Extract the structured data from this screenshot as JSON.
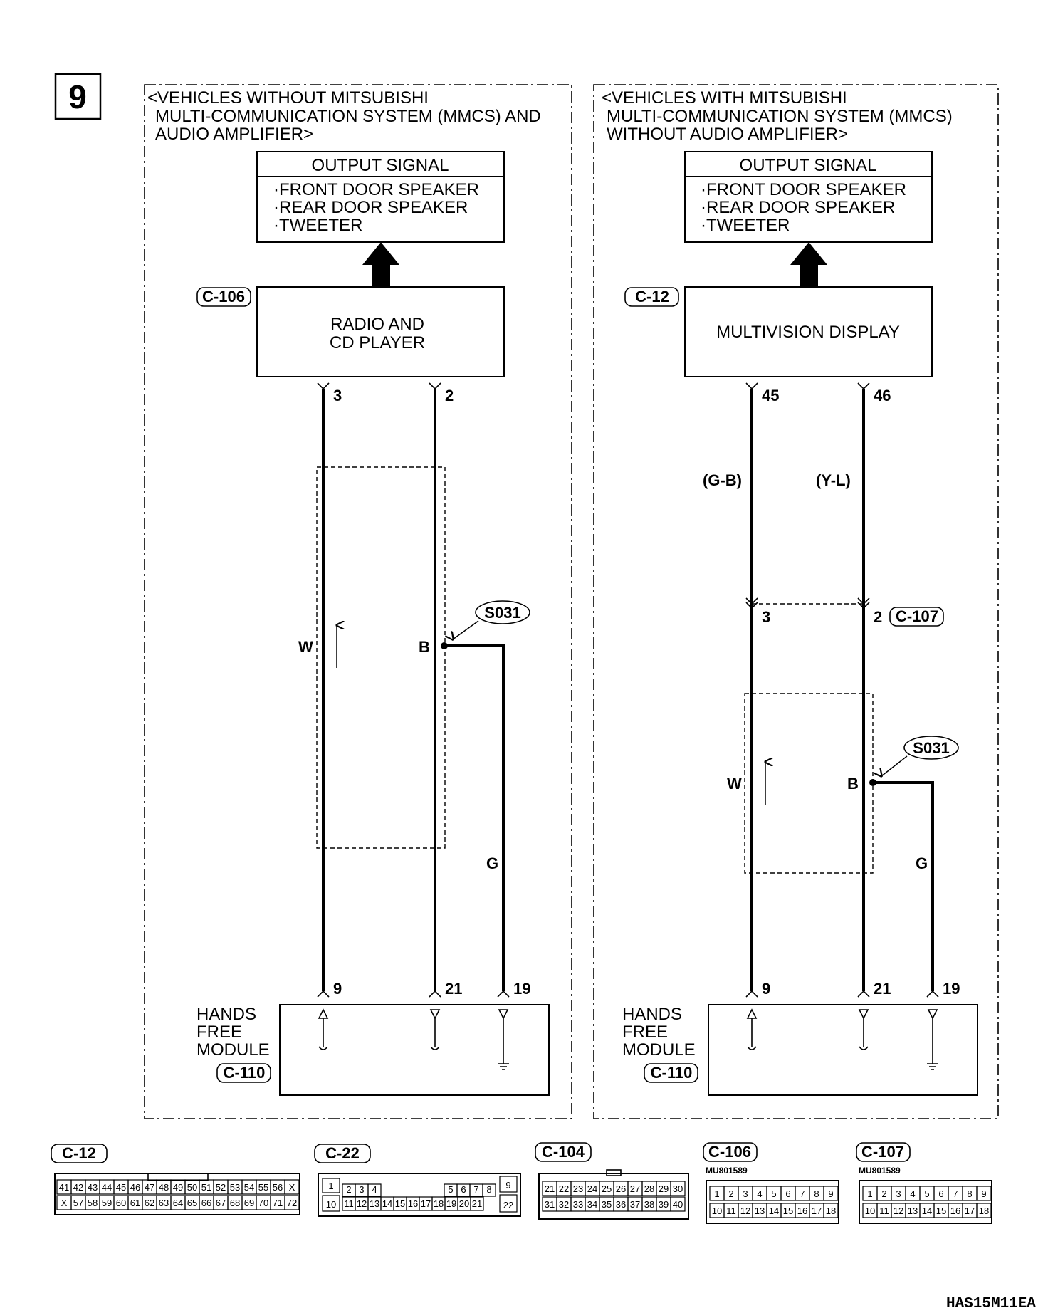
{
  "diagram_number": "9",
  "left_panel": {
    "heading": [
      "<VEHICLES WITHOUT MITSUBISHI",
      "MULTI-COMMUNICATION SYSTEM (MMCS) AND",
      "AUDIO AMPLIFIER>"
    ],
    "output_title": "OUTPUT SIGNAL",
    "output_items": [
      "·FRONT DOOR SPEAKER",
      "·REAR DOOR SPEAKER",
      "·TWEETER"
    ],
    "unit_connector": "C-106",
    "unit_name": [
      "RADIO AND",
      "CD PLAYER"
    ],
    "unit_pins": [
      "3",
      "2"
    ],
    "wire_colors": {
      "left": "W",
      "right": "B",
      "ground": "G"
    },
    "splice": "S031",
    "module_pins": [
      "9",
      "21",
      "19"
    ],
    "module_name": [
      "HANDS",
      "FREE",
      "MODULE"
    ],
    "module_connector": "C-110"
  },
  "right_panel": {
    "heading": [
      "<VEHICLES WITH MITSUBISHI",
      "MULTI-COMMUNICATION SYSTEM (MMCS)",
      "WITHOUT AUDIO AMPLIFIER>"
    ],
    "output_title": "OUTPUT SIGNAL",
    "output_items": [
      "·FRONT DOOR SPEAKER",
      "·REAR DOOR SPEAKER",
      "·TWEETER"
    ],
    "unit_connector": "C-12",
    "unit_name": [
      "MULTIVISION DISPLAY"
    ],
    "unit_pins": [
      "45",
      "46"
    ],
    "upper_wire_colors": [
      "(G-B)",
      "(Y-L)"
    ],
    "relay_pins": [
      "3",
      "2"
    ],
    "relay_connector": "C-107",
    "wire_colors": {
      "left": "W",
      "right": "B",
      "ground": "G"
    },
    "splice": "S031",
    "module_pins": [
      "9",
      "21",
      "19"
    ],
    "module_name": [
      "HANDS",
      "FREE",
      "MODULE"
    ],
    "module_connector": "C-110"
  },
  "connectors": {
    "c12": {
      "label": "C-12",
      "row1": [
        "41",
        "42",
        "43",
        "44",
        "45",
        "46",
        "47",
        "48",
        "49",
        "50",
        "51",
        "52",
        "53",
        "54",
        "55",
        "56",
        "X"
      ],
      "row2": [
        "X",
        "57",
        "58",
        "59",
        "60",
        "61",
        "62",
        "63",
        "64",
        "65",
        "66",
        "67",
        "68",
        "69",
        "70",
        "71",
        "72"
      ]
    },
    "c22": {
      "label": "C-22",
      "row1": [
        "2",
        "3",
        "4",
        "5",
        "6",
        "7",
        "8"
      ],
      "row2": [
        "11",
        "12",
        "13",
        "14",
        "15",
        "16",
        "17",
        "18",
        "19",
        "20",
        "21"
      ],
      "side_left": [
        "1",
        "10"
      ],
      "side_right": [
        "9",
        "22"
      ]
    },
    "c104": {
      "label": "C-104",
      "row1": [
        "21",
        "22",
        "23",
        "24",
        "25",
        "26",
        "27",
        "28",
        "29",
        "30"
      ],
      "row2": [
        "31",
        "32",
        "33",
        "34",
        "35",
        "36",
        "37",
        "38",
        "39",
        "40"
      ]
    },
    "c106": {
      "label": "C-106",
      "part": "MU801589",
      "row1": [
        "1",
        "2",
        "3",
        "4",
        "5",
        "6",
        "7",
        "8",
        "9"
      ],
      "row2": [
        "10",
        "11",
        "12",
        "13",
        "14",
        "15",
        "16",
        "17",
        "18"
      ]
    },
    "c107": {
      "label": "C-107",
      "part": "MU801589",
      "row1": [
        "1",
        "2",
        "3",
        "4",
        "5",
        "6",
        "7",
        "8",
        "9"
      ],
      "row2": [
        "10",
        "11",
        "12",
        "13",
        "14",
        "15",
        "16",
        "17",
        "18"
      ]
    }
  },
  "footer_code": "HAS15M11EA"
}
